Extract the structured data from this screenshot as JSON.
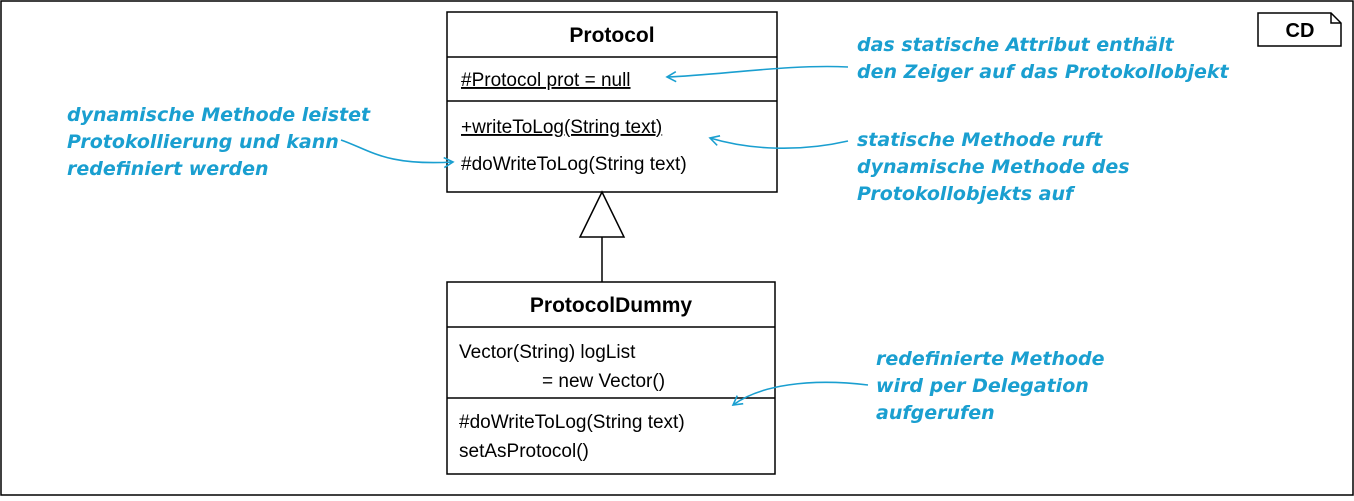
{
  "diagram": {
    "tag": "CD",
    "accent_color": "#1a9fd0",
    "classes": {
      "protocol": {
        "name": "Protocol",
        "attributes": [
          "#Protocol prot = null"
        ],
        "methods": [
          "+writeToLog(String text)",
          "#doWriteToLog(String text)"
        ]
      },
      "dummy": {
        "name": "ProtocolDummy",
        "attributes": [
          "Vector(String) logList",
          "= new Vector()"
        ],
        "methods": [
          "#doWriteToLog(String text)",
          "setAsProtocol()"
        ]
      }
    },
    "notes": {
      "static_attribute": [
        "das statische Attribut enthält",
        "den Zeiger auf das Protokollobjekt"
      ],
      "dynamic_method": [
        "dynamische Methode leistet",
        "Protokollierung und kann",
        "redefiniert werden"
      ],
      "static_method": [
        "statische Methode ruft",
        "dynamische Methode des",
        "Protokollobjekts auf"
      ],
      "redefined_method": [
        "redefinierte Methode",
        "wird per Delegation",
        "aufgerufen"
      ]
    }
  }
}
